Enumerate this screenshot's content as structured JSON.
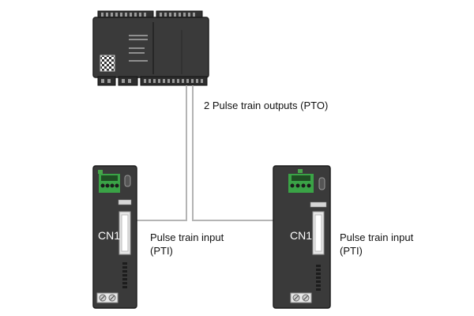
{
  "diagram": {
    "pto_label": "2 Pulse train outputs (PTO)",
    "drives": [
      {
        "connector_label": "CN1",
        "pti_line1": "Pulse train input",
        "pti_line2": "(PTI)"
      },
      {
        "connector_label": "CN1",
        "pti_line1": "Pulse train input",
        "pti_line2": "(PTI)"
      }
    ]
  },
  "colors": {
    "device_body": "#3a3a3a",
    "device_edge": "#1e1e1e",
    "drive_display": "#3aa346",
    "cable": "#b4b4b4"
  },
  "icons": [
    "plc-controller-icon",
    "servo-drive-icon",
    "qr-code-icon",
    "led-icon",
    "screw-terminal-icon"
  ]
}
